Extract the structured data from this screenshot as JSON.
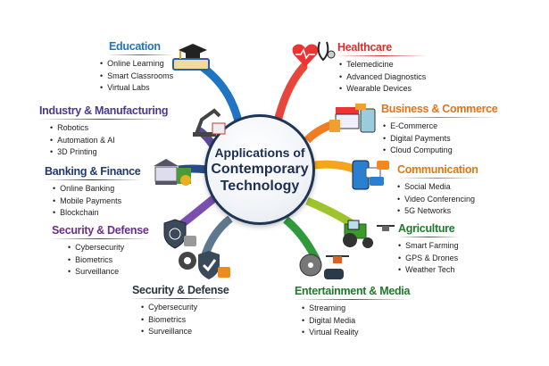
{
  "hub": {
    "line1": "Applications of",
    "line2": "Contemporary",
    "line3": "Technology"
  },
  "colors": {
    "education": "#1f74c4",
    "industry": "#5e4a9c",
    "banking": "#2b4a8a",
    "security_left": "#7a4fb0",
    "security_bottom": "#5f7890",
    "entertainment": "#2f9a3c",
    "agriculture": "#9dc42c",
    "communication": "#f3a51c",
    "business": "#ef7d22",
    "healthcare": "#e6463b"
  },
  "nodes": {
    "education": {
      "title": "Education",
      "icon": "graduation-cap-book-icon",
      "items": [
        "Online Learning",
        "Smart Classrooms",
        "Virtual Labs"
      ]
    },
    "industry": {
      "title": "Industry & Manufacturing",
      "icon": "robot-arm-icon",
      "items": [
        "Robotics",
        "Automation & AI",
        "3D Printing"
      ]
    },
    "banking": {
      "title": "Banking & Finance",
      "icon": "bank-coin-icon",
      "items": [
        "Online Banking",
        "Mobile Payments",
        "Blockchain"
      ]
    },
    "security_left": {
      "title": "Security & Defense",
      "icon": "fingerprint-shield-lock-icon",
      "items": [
        "Cybersecurity",
        "Biometrics",
        "Surveillance"
      ]
    },
    "security_bottom": {
      "title": "Security & Defense",
      "icon": "gear-shield-lock-icon",
      "items": [
        "Cybersecurity",
        "Biometrics",
        "Surveillance"
      ]
    },
    "entertainment": {
      "title": "Entertainment & Media",
      "icon": "film-reel-drone-vr-icon",
      "items": [
        "Streaming",
        "Digital Media",
        "Virtual Reality"
      ]
    },
    "agriculture": {
      "title": "Agriculture",
      "icon": "tractor-drone-icon",
      "items": [
        "Smart Farming",
        "GPS & Drones",
        "Weather Tech"
      ]
    },
    "communication": {
      "title": "Communication",
      "icon": "phone-chat-icon",
      "items": [
        "Social Media",
        "Video Conferencing",
        "5G Networks"
      ]
    },
    "business": {
      "title": "Business & Commerce",
      "icon": "storefront-tablet-icon",
      "items": [
        "E-Commerce",
        "Digital Payments",
        "Cloud Computing"
      ]
    },
    "healthcare": {
      "title": "Healthcare",
      "icon": "heart-stethoscope-icon",
      "items": [
        "Telemedicine",
        "Advanced Diagnostics",
        "Wearable Devices"
      ]
    }
  }
}
